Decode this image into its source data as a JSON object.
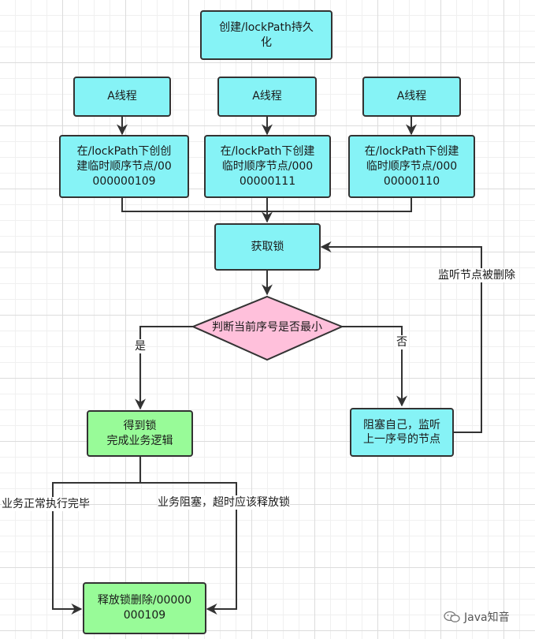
{
  "nodes": {
    "create_lock": "创建/lockPath持久化",
    "thread_1": "A线程",
    "thread_2": "A线程",
    "thread_3": "A线程",
    "seq_1": "在/lockPath下创创建临时顺序节点/00000000109",
    "seq_2": "在/lockPath下创建临时顺序节点/00000000111",
    "seq_3": "在/lockPath下创建临时顺序节点/00000000110",
    "acquire": "获取锁",
    "decision": "判断当前序号是否最小",
    "got_lock": "得到锁\n完成业务逻辑",
    "block": "阻塞自己，监听上一序号的节点",
    "release": "释放锁删除/00000000109"
  },
  "edge_labels": {
    "yes": "是",
    "no": "否",
    "watch_deleted": "监听节点被删除",
    "normal_done": "业务正常执行完毕",
    "blocked_timeout": "业务阻塞，超时应该释放锁"
  },
  "watermark": "Java知音",
  "colors": {
    "cyan": "#86f3f6",
    "green": "#98fb98",
    "pink": "#ffc0db",
    "stroke": "#333333"
  }
}
